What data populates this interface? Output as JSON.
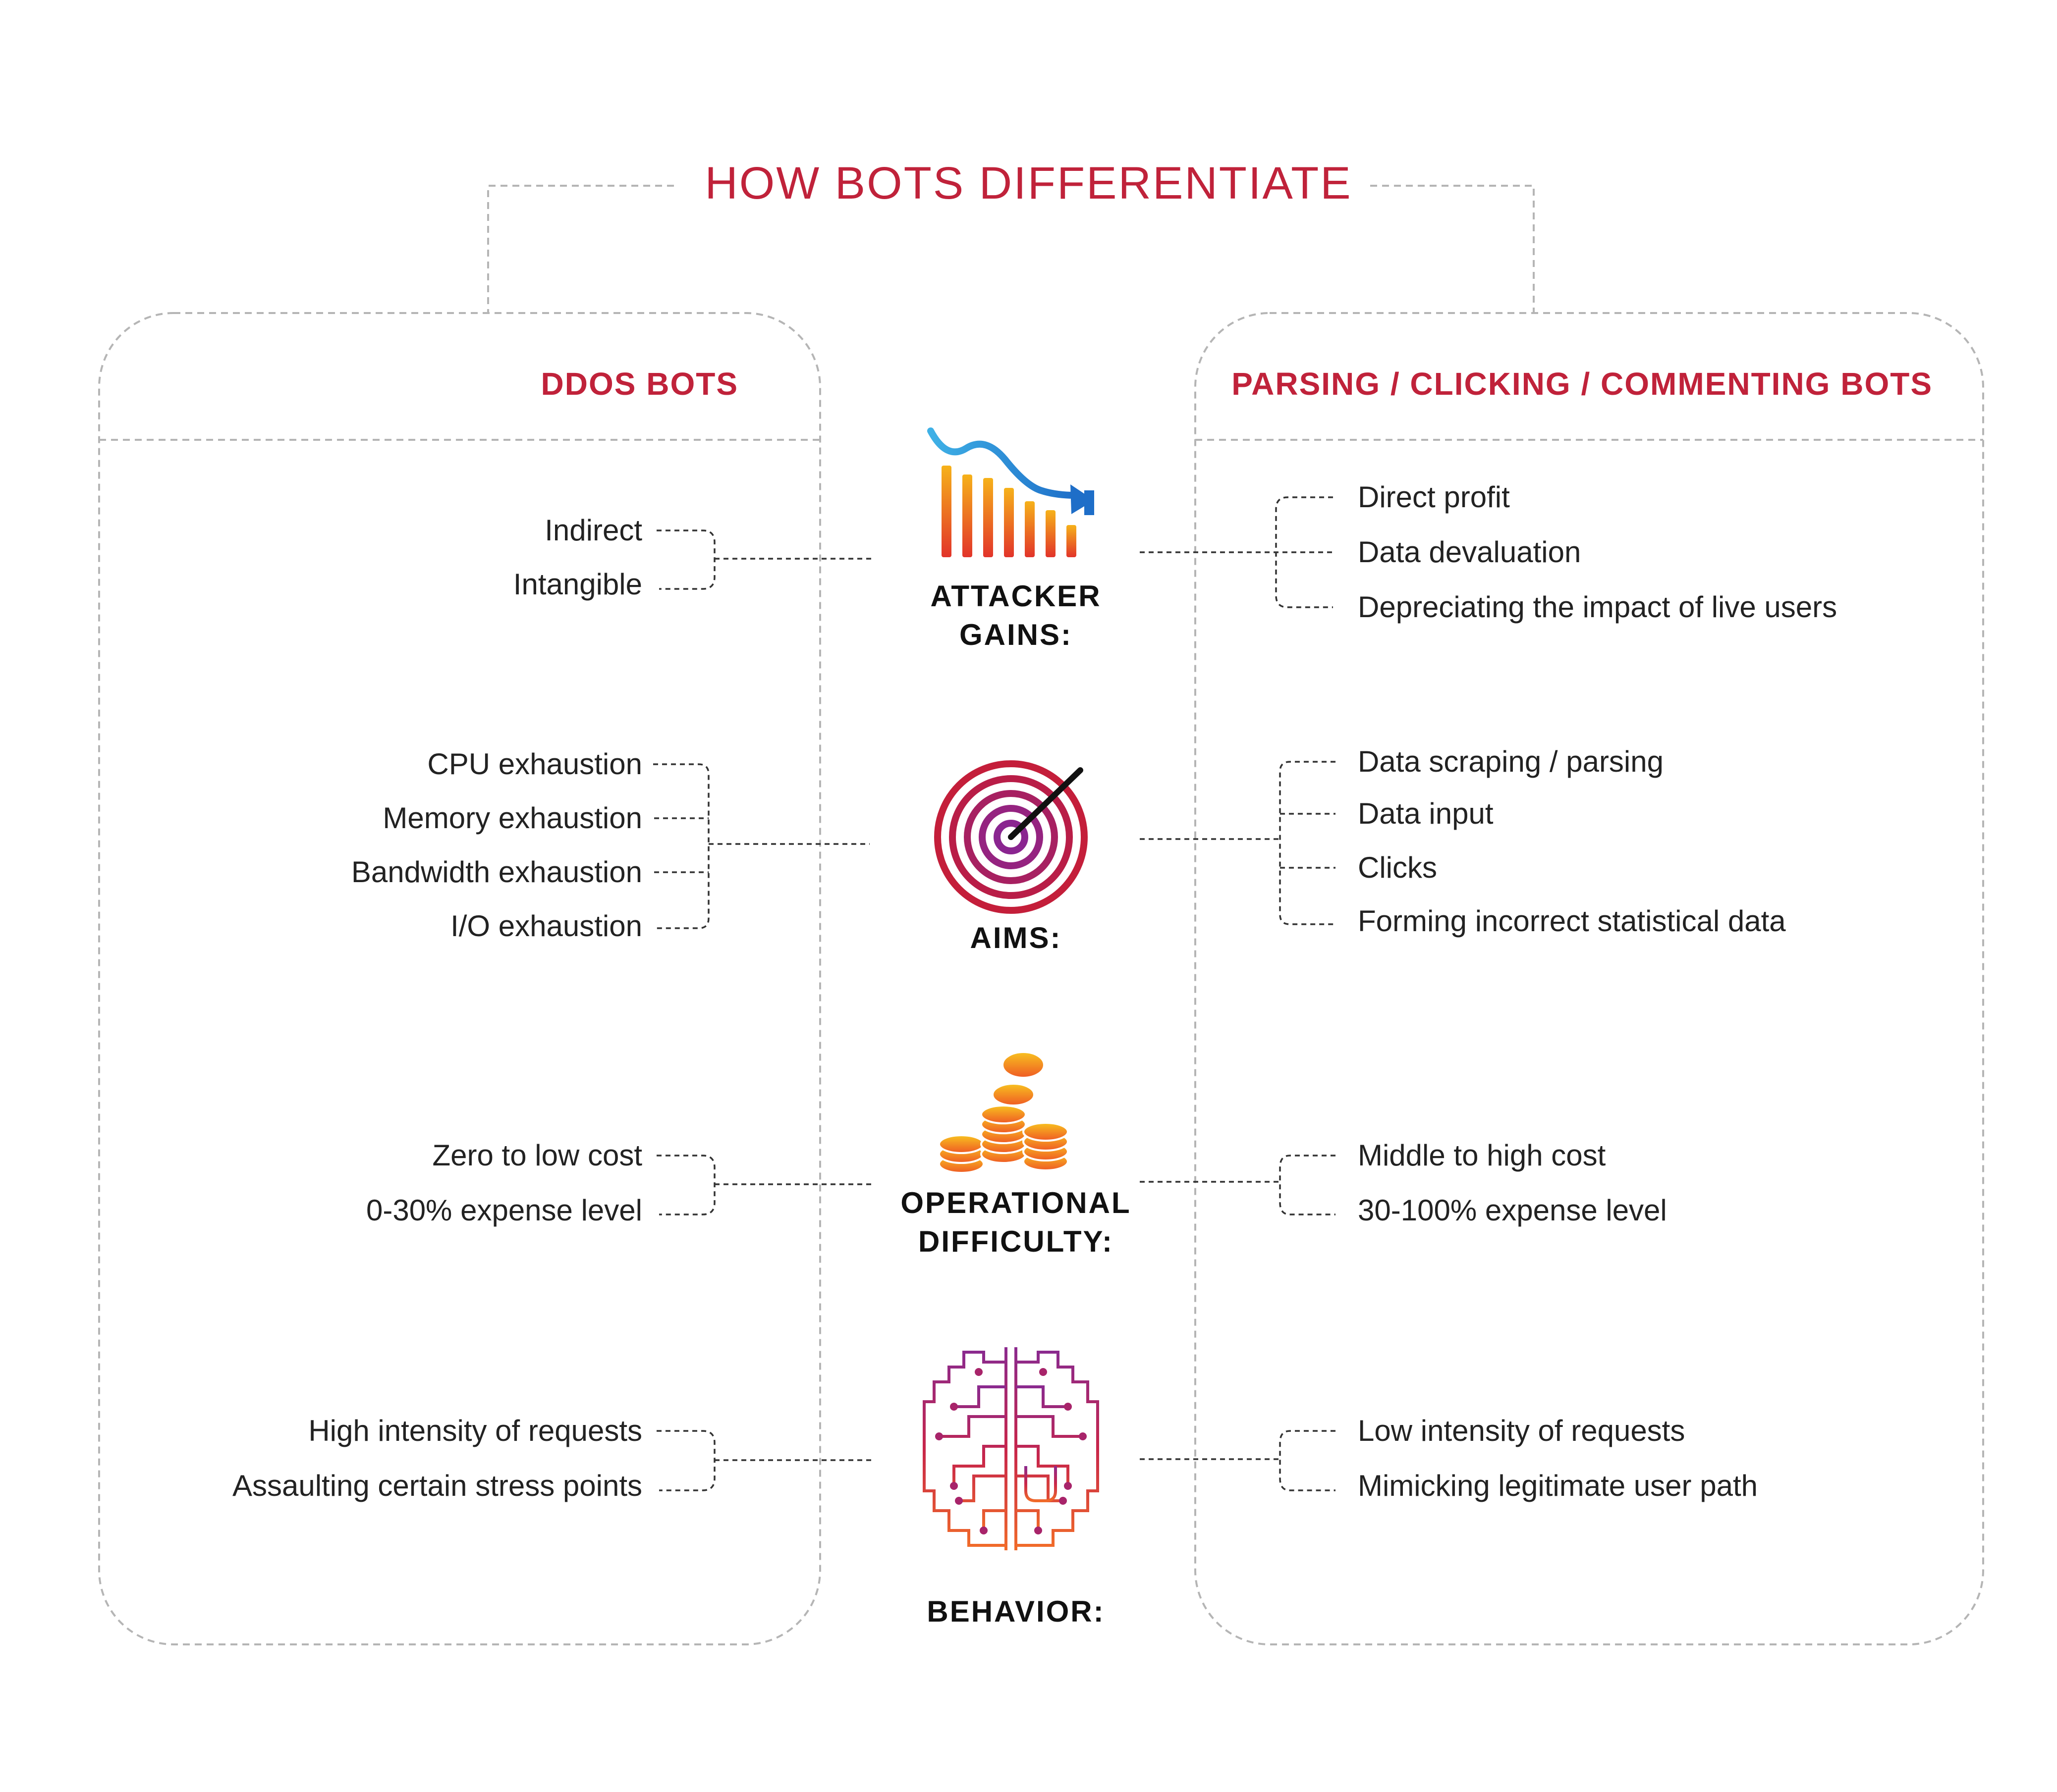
{
  "title": "HOW BOTS DIFFERENTIATE",
  "columns": {
    "left_title": "DDOS BOTS",
    "right_title": "PARSING / CLICKING / COMMENTING BOTS"
  },
  "rows": [
    {
      "icon": "declining-bar-chart-icon",
      "label_line1": "ATTACKER",
      "label_line2": "GAINS:",
      "left": [
        "Indirect",
        "Intangible"
      ],
      "right": [
        "Direct profit",
        "Data devaluation",
        "Depreciating the impact of live users"
      ]
    },
    {
      "icon": "target-icon",
      "label_line1": "AIMS:",
      "left": [
        "CPU exhaustion",
        "Memory exhaustion",
        "Bandwidth exhaustion",
        "I/O exhaustion"
      ],
      "right": [
        "Data scraping / parsing",
        "Data input",
        "Clicks",
        "Forming incorrect statistical data"
      ]
    },
    {
      "icon": "coin-stacks-icon",
      "label_line1": "OPERATIONAL",
      "label_line2": "DIFFICULTY:",
      "left": [
        "Zero to low cost",
        "0-30% expense level"
      ],
      "right": [
        "Middle to high cost",
        "30-100% expense level"
      ]
    },
    {
      "icon": "circuit-brain-icon",
      "label_line1": "BEHAVIOR:",
      "left": [
        "High intensity of requests",
        "Assaulting certain stress points"
      ],
      "right": [
        "Low intensity of requests",
        "Mimicking legitimate user path"
      ]
    }
  ],
  "colors": {
    "accent": "#c0223a",
    "text": "#222222",
    "dash": "#9a9a9a"
  }
}
